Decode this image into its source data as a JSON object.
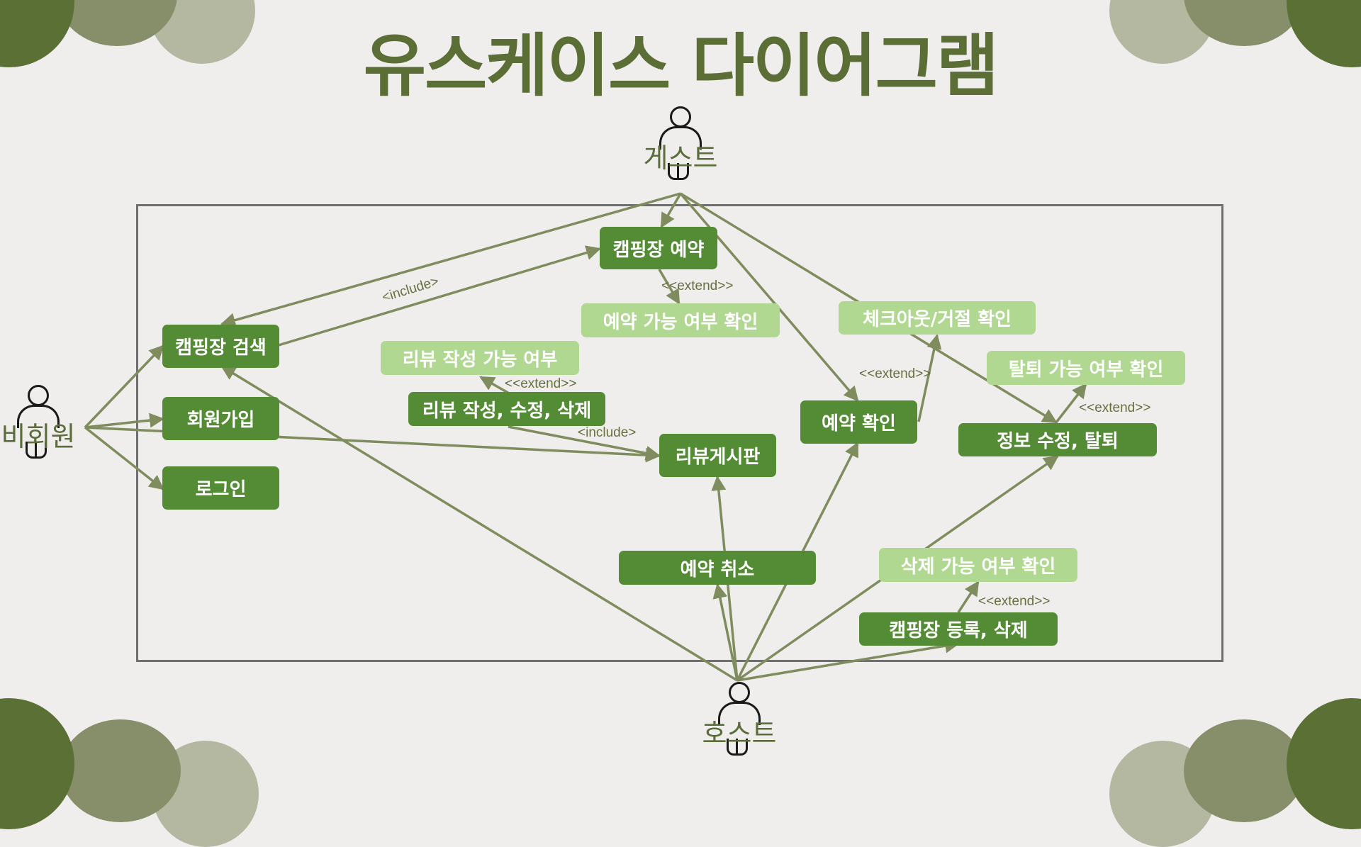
{
  "title": "유스케이스 다이어그램",
  "colors": {
    "primary_green": "#548c35",
    "light_green": "#b0d890",
    "line": "#7f8c5e",
    "title": "#5a6e35",
    "background": "#f0eeed"
  },
  "actors": {
    "guest": "게스트",
    "nonmember": "비회원",
    "host": "호스트"
  },
  "use_cases": {
    "camp_reserve": "캠핑장 예약",
    "reserve_avail": "예약 가능 여부 확인",
    "checkout_reject": "체크아웃/거절 확인",
    "camp_search": "캠핑장 검색",
    "review_avail": "리뷰 작성 가능 여부",
    "withdraw_avail": "탈퇴 가능 여부 확인",
    "review_write": "리뷰 작성, 수정, 삭제",
    "signup": "회원가입",
    "reserve_check": "예약 확인",
    "info_edit": "정보 수정, 탈퇴",
    "review_board": "리뷰게시판",
    "login": "로그인",
    "reserve_cancel": "예약 취소",
    "delete_avail": "삭제 가능 여부 확인",
    "camp_register": "캠핑장 등록, 삭제"
  },
  "relations": {
    "include_search": "<include>",
    "extend_reserve": "<<extend>>",
    "extend_review": "<<extend>>",
    "include_review": "<include>",
    "extend_checkout": "<<extend>>",
    "extend_withdraw": "<<extend>>",
    "extend_register": "<<extend>>"
  }
}
